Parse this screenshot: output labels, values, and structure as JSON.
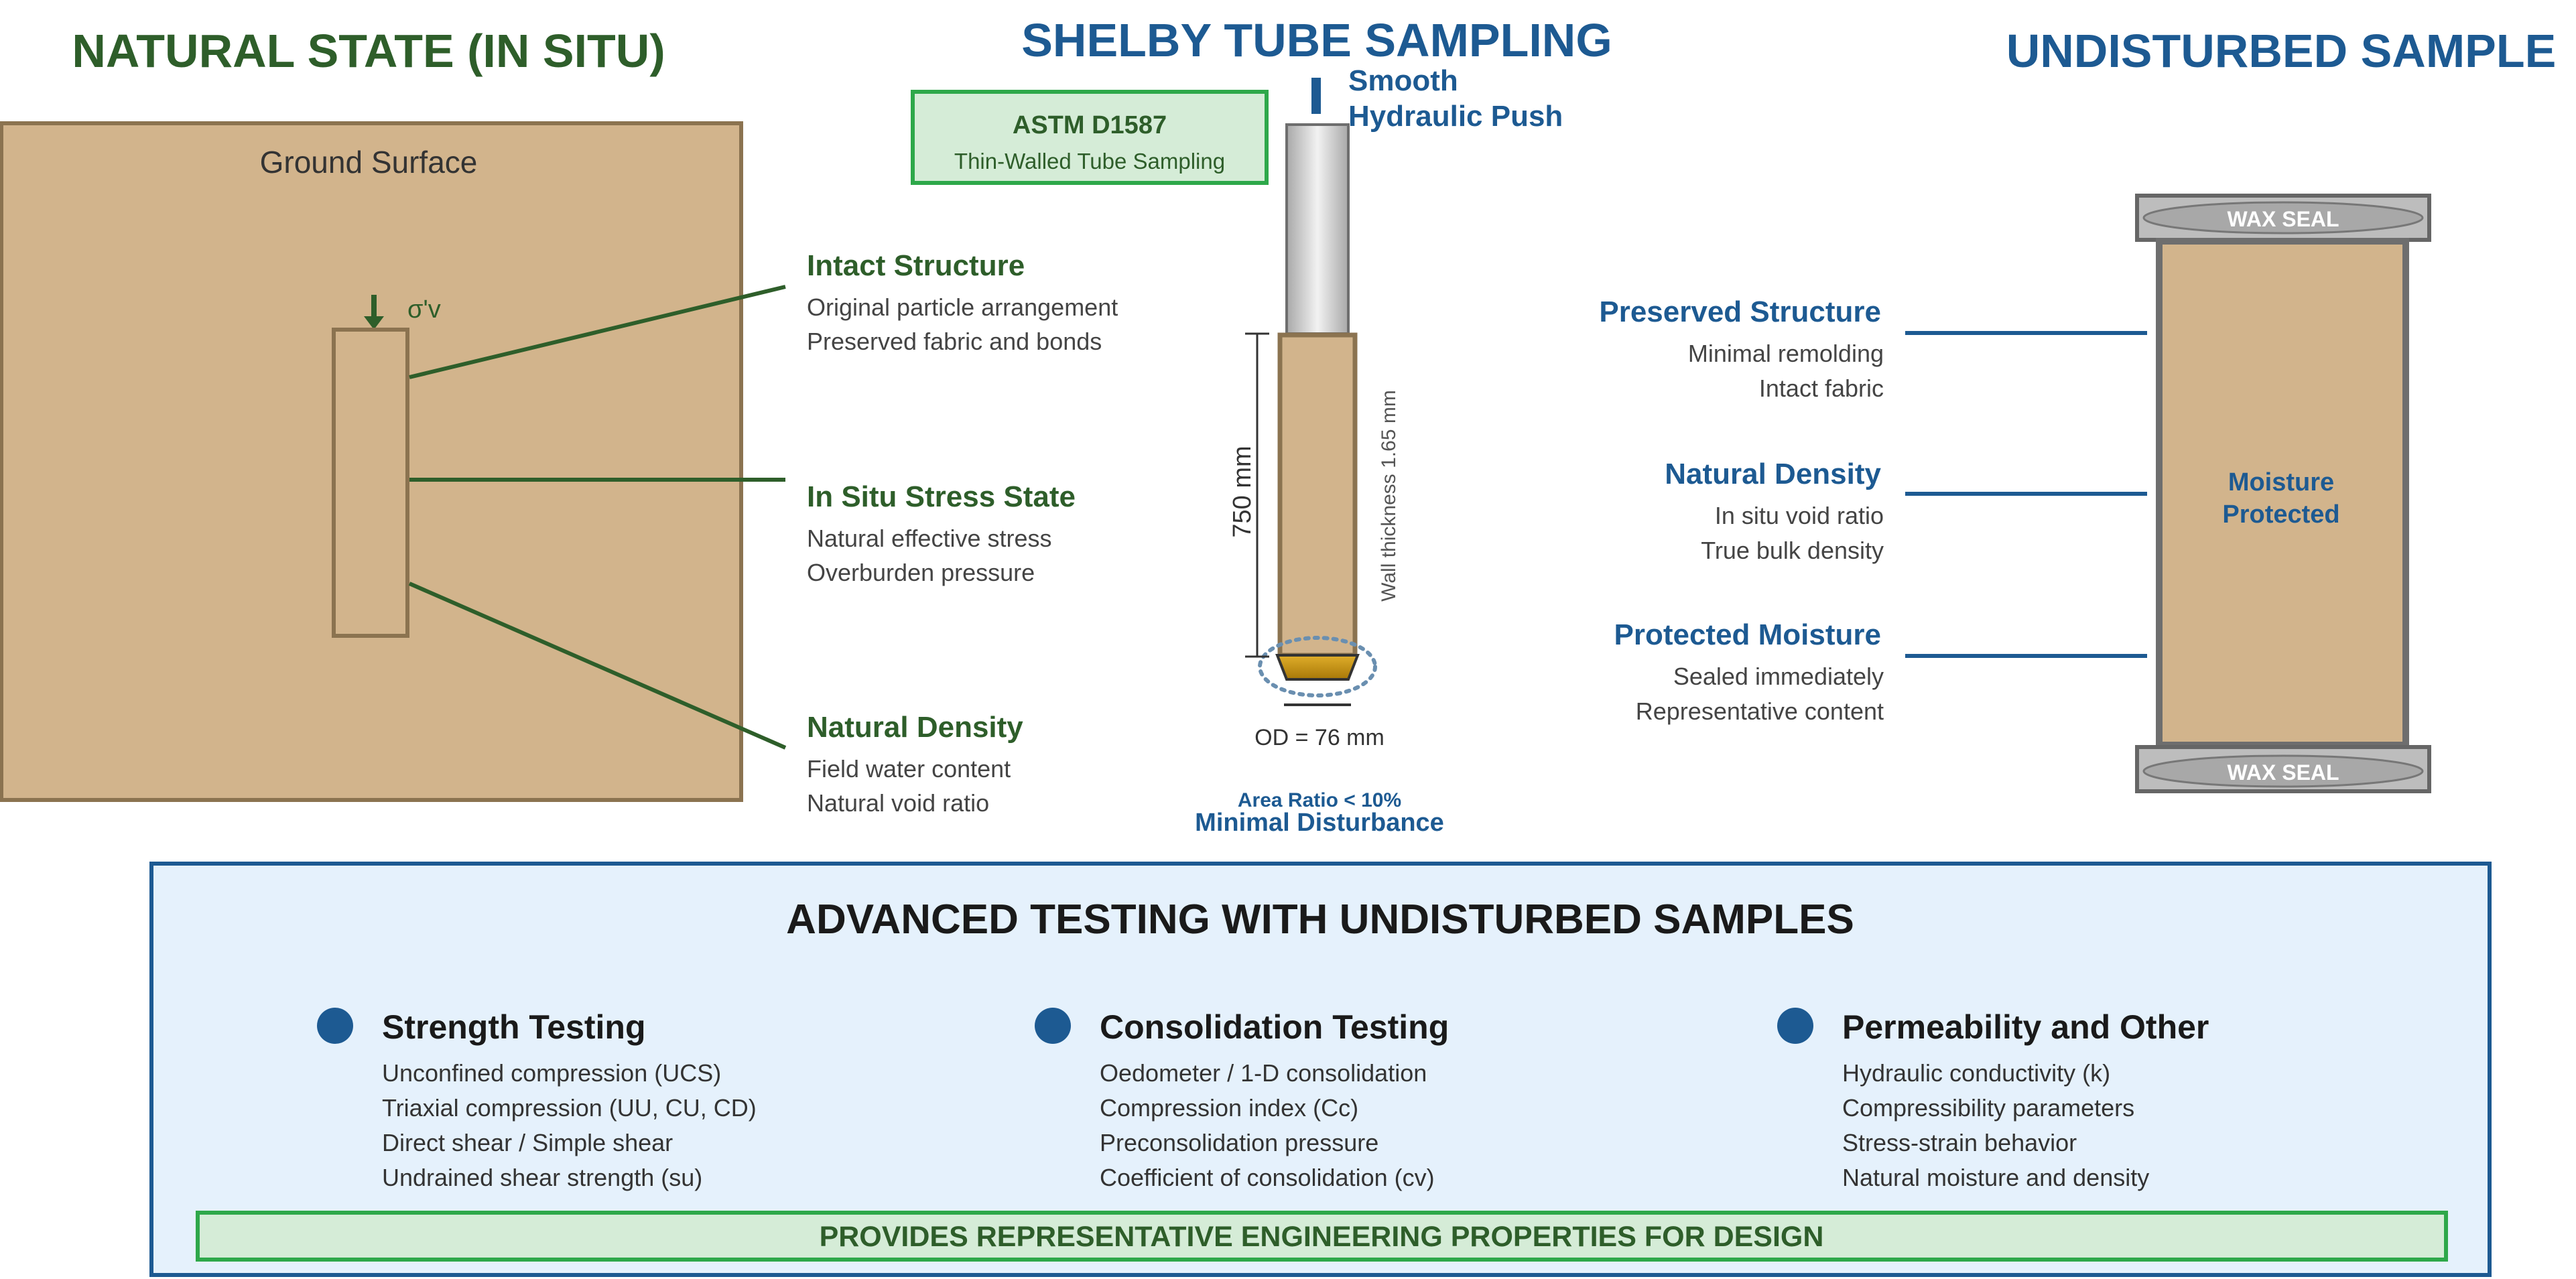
{
  "colors": {
    "green_dark": "#2e5e2a",
    "blue_dark": "#1d5a92",
    "soil": "#d2b48c",
    "soil_border": "#8b7350",
    "green_box_fill": "#d5ecd7",
    "green_box_border": "#2ea84a",
    "panel_fill": "#e5f1fc",
    "panel_border": "#1d5a92",
    "text_gray": "#444444",
    "brass": "#c8960c"
  },
  "left": {
    "title": "NATURAL STATE (IN SITU)",
    "ground_surface": "Ground Surface",
    "stress_symbol": "σ'v",
    "features": [
      {
        "title": "Intact Structure",
        "lines": [
          "Original particle arrangement",
          "Preserved fabric and bonds"
        ]
      },
      {
        "title": "In Situ Stress State",
        "lines": [
          "Natural effective stress",
          "Overburden pressure"
        ]
      },
      {
        "title": "Natural Density",
        "lines": [
          "Field water content",
          "Natural void ratio"
        ]
      }
    ]
  },
  "center": {
    "title": "SHELBY TUBE SAMPLING",
    "standard_code": "ASTM D1587",
    "standard_desc": "Thin-Walled Tube Sampling",
    "push_label_line1": "Smooth",
    "push_label_line2": "Hydraulic Push",
    "length_label": "750 mm",
    "wall_label": "Wall thickness 1.65 mm",
    "od_label": "OD = 76 mm",
    "area_ratio": "Area Ratio < 10%",
    "disturbance": "Minimal Disturbance"
  },
  "right": {
    "title": "UNDISTURBED SAMPLE",
    "wax_top": "WAX SEAL",
    "wax_bottom": "WAX SEAL",
    "moisture_line1": "Moisture",
    "moisture_line2": "Protected",
    "features": [
      {
        "title": "Preserved Structure",
        "lines": [
          "Minimal remolding",
          "Intact fabric"
        ]
      },
      {
        "title": "Natural Density",
        "lines": [
          "In situ void ratio",
          "True bulk density"
        ]
      },
      {
        "title": "Protected Moisture",
        "lines": [
          "Sealed immediately",
          "Representative content"
        ]
      }
    ]
  },
  "bottom": {
    "title": "ADVANCED TESTING WITH UNDISTURBED SAMPLES",
    "columns": [
      {
        "title": "Strength Testing",
        "items": [
          "Unconfined compression (UCS)",
          "Triaxial compression (UU, CU, CD)",
          "Direct shear / Simple shear",
          "Undrained shear strength (su)"
        ]
      },
      {
        "title": "Consolidation Testing",
        "items": [
          "Oedometer / 1-D consolidation",
          "Compression index (Cc)",
          "Preconsolidation pressure",
          "Coefficient of consolidation (cv)"
        ]
      },
      {
        "title": "Permeability and Other",
        "items": [
          "Hydraulic conductivity (k)",
          "Compressibility parameters",
          "Stress-strain behavior",
          "Natural moisture and density"
        ]
      }
    ],
    "banner": "PROVIDES REPRESENTATIVE ENGINEERING PROPERTIES FOR DESIGN"
  }
}
